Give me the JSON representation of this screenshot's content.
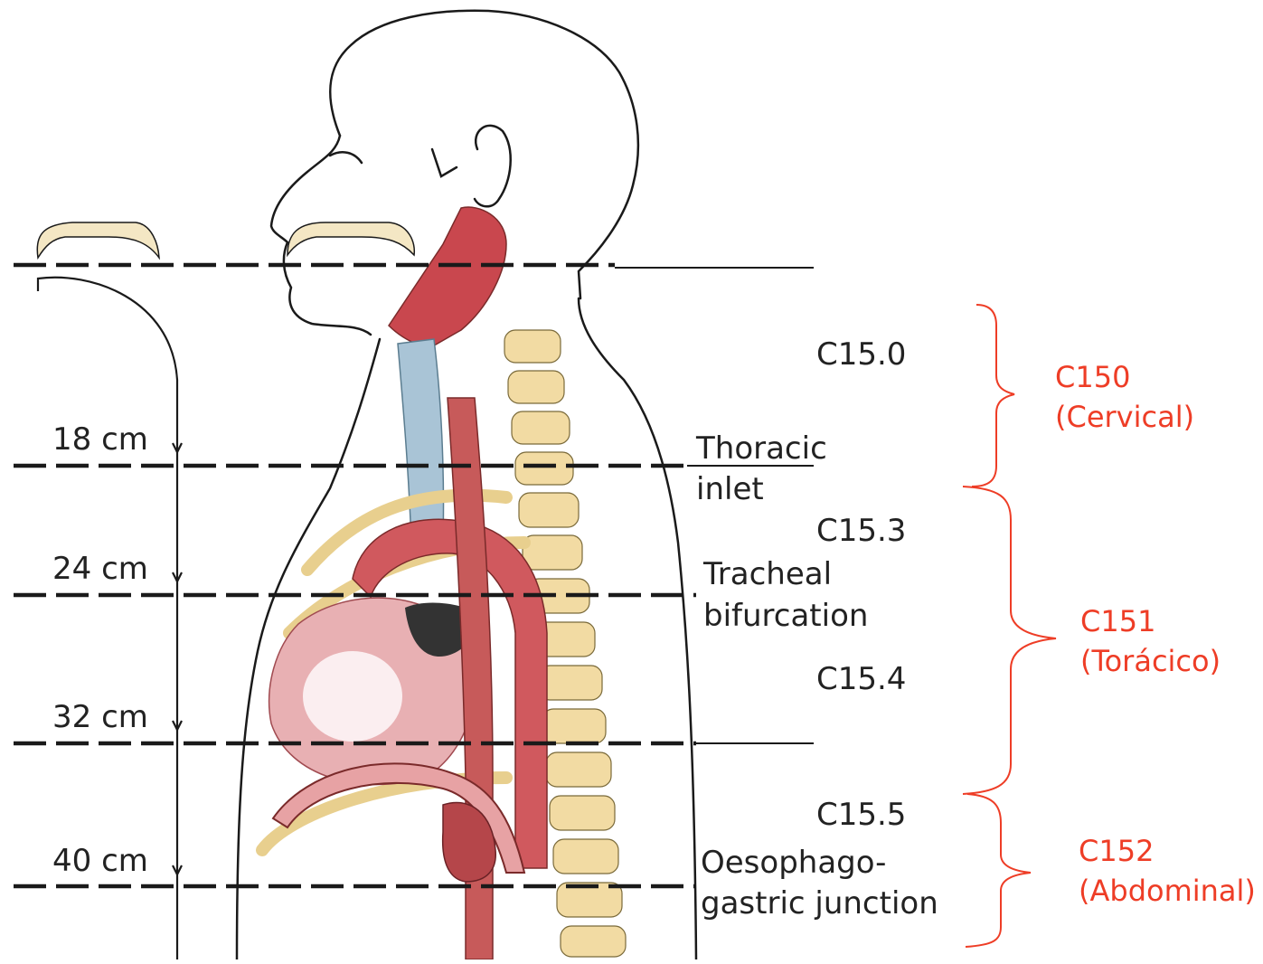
{
  "colors": {
    "line": "#1a1a1a",
    "bracket": "#ee3d26",
    "muscle": "#c9474e",
    "bone": "#f2dba3",
    "trachea": "#a9c4d6",
    "heart": "#d0595e",
    "lung": "#e8b0b3"
  },
  "distances": [
    {
      "id": "d18",
      "label": "18 cm"
    },
    {
      "id": "d24",
      "label": "24 cm"
    },
    {
      "id": "d32",
      "label": "32 cm"
    },
    {
      "id": "d40",
      "label": "40 cm"
    }
  ],
  "segments": [
    {
      "id": "c150",
      "label": "C15.0"
    },
    {
      "id": "c153",
      "label": "C15.3"
    },
    {
      "id": "c154",
      "label": "C15.4"
    },
    {
      "id": "c155",
      "label": "C15.5"
    }
  ],
  "landmarks": {
    "thoracic": [
      "Thoracic",
      "inlet"
    ],
    "tracheal": [
      "Tracheal",
      "bifurcation"
    ],
    "ogj": [
      "Oesophago-",
      "gastric junction"
    ]
  },
  "regions": [
    {
      "id": "cervical",
      "code": "C150",
      "name": "(Cervical)"
    },
    {
      "id": "thoracic",
      "code": "C151",
      "name": "(Torácico)"
    },
    {
      "id": "abdominal",
      "code": "C152",
      "name": "(Abdominal)"
    }
  ]
}
